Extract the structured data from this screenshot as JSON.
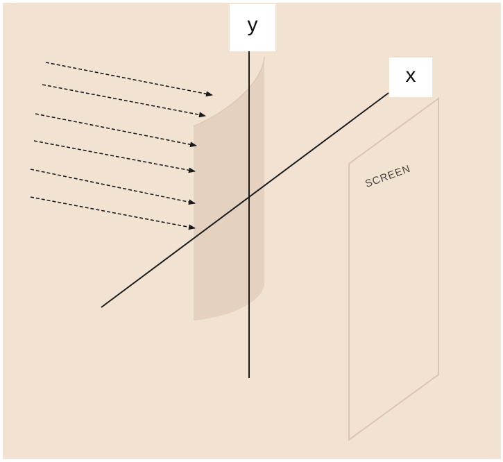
{
  "labels": {
    "y_axis": "y",
    "x_axis": "x",
    "screen": "SCREEN"
  },
  "colors": {
    "background": "#f2e2d2",
    "lens": "#e4d1bf",
    "screen_edge": "#dcc4b2",
    "line": "#1a1a1a"
  },
  "icons": {
    "incident_rays": "dashed-arrow-icon"
  }
}
